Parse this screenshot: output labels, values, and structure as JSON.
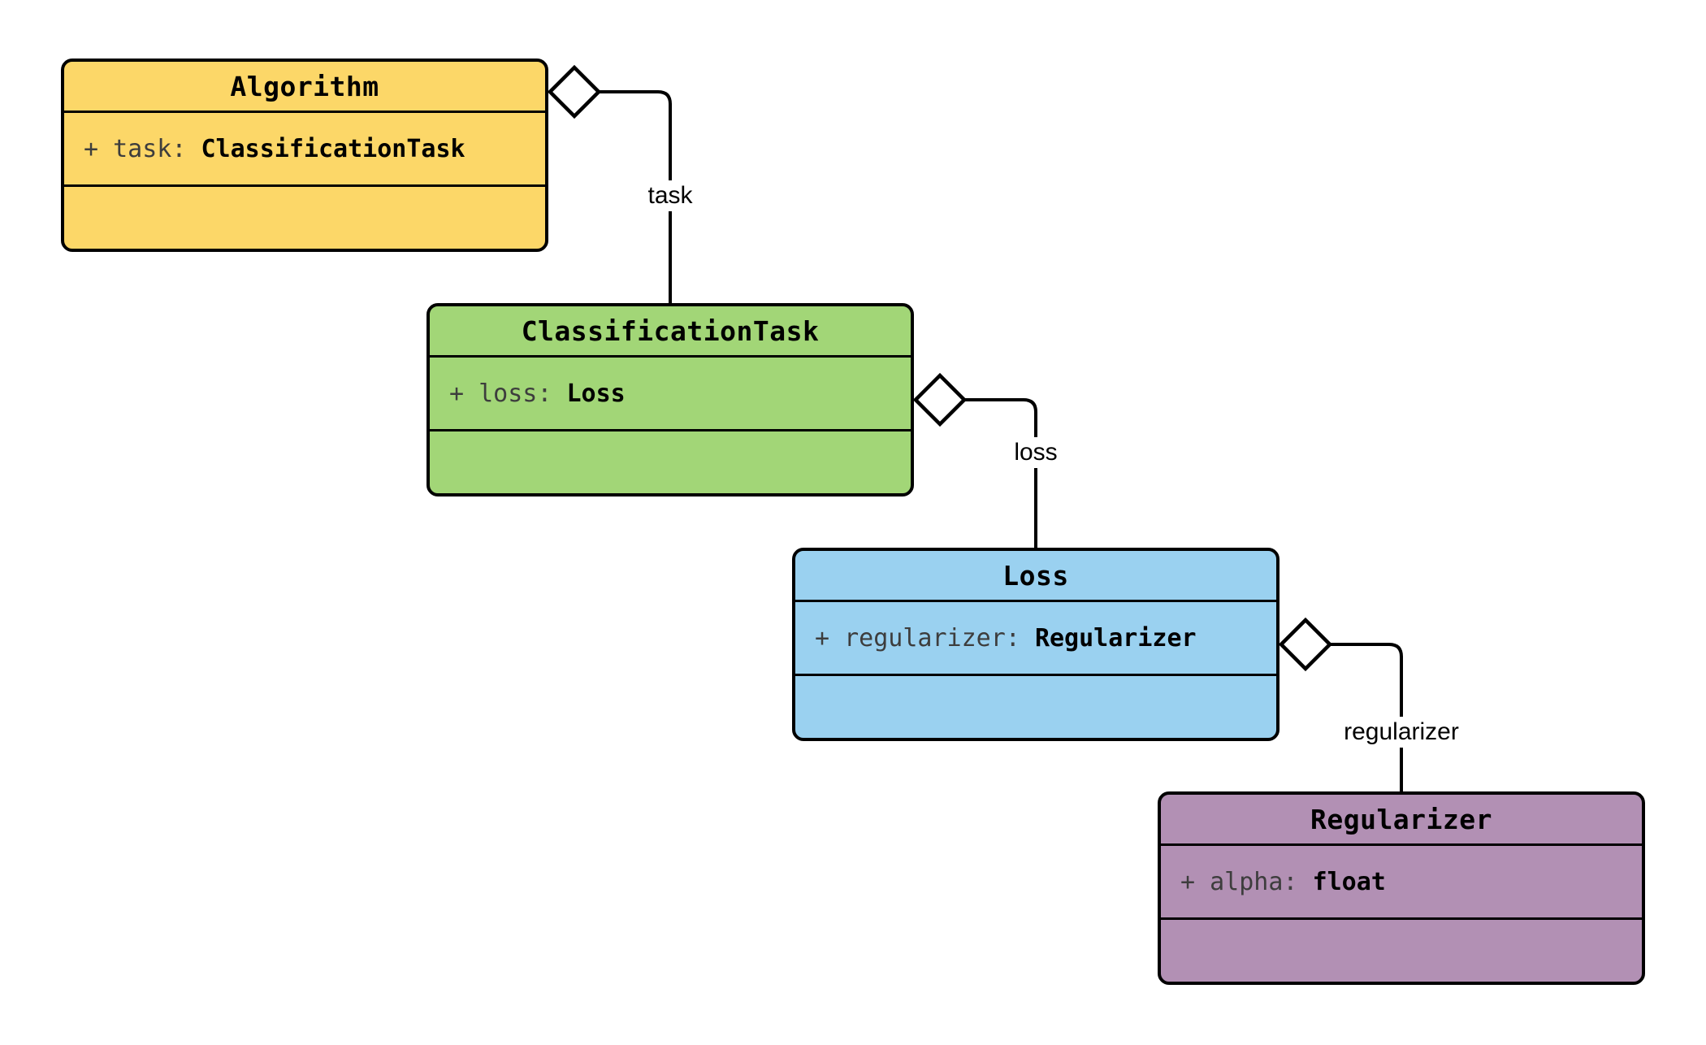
{
  "diagram": {
    "type": "uml-class-diagram",
    "background": "#ffffff",
    "border_color": "#000000",
    "classes": [
      {
        "name": "Algorithm",
        "fill": "#FCD768",
        "attribute": {
          "label": "+ task: ",
          "type": "ClassificationTask"
        }
      },
      {
        "name": "ClassificationTask",
        "fill": "#A2D677",
        "attribute": {
          "label": "+ loss: ",
          "type": "Loss"
        }
      },
      {
        "name": "Loss",
        "fill": "#9AD1F0",
        "attribute": {
          "label": "+ regularizer: ",
          "type": "Regularizer"
        }
      },
      {
        "name": "Regularizer",
        "fill": "#B290B4",
        "attribute": {
          "label": "+ alpha: ",
          "type": "float"
        }
      }
    ],
    "edges": [
      {
        "label": "task",
        "from": "Algorithm",
        "to": "ClassificationTask",
        "kind": "aggregation"
      },
      {
        "label": "loss",
        "from": "ClassificationTask",
        "to": "Loss",
        "kind": "aggregation"
      },
      {
        "label": "regularizer",
        "from": "Loss",
        "to": "Regularizer",
        "kind": "aggregation"
      }
    ],
    "colors": {
      "attr_name": "#3d3d3d",
      "attr_type": "#000000",
      "edge_label": "#000000",
      "diamond_fill": "#ffffff"
    }
  }
}
